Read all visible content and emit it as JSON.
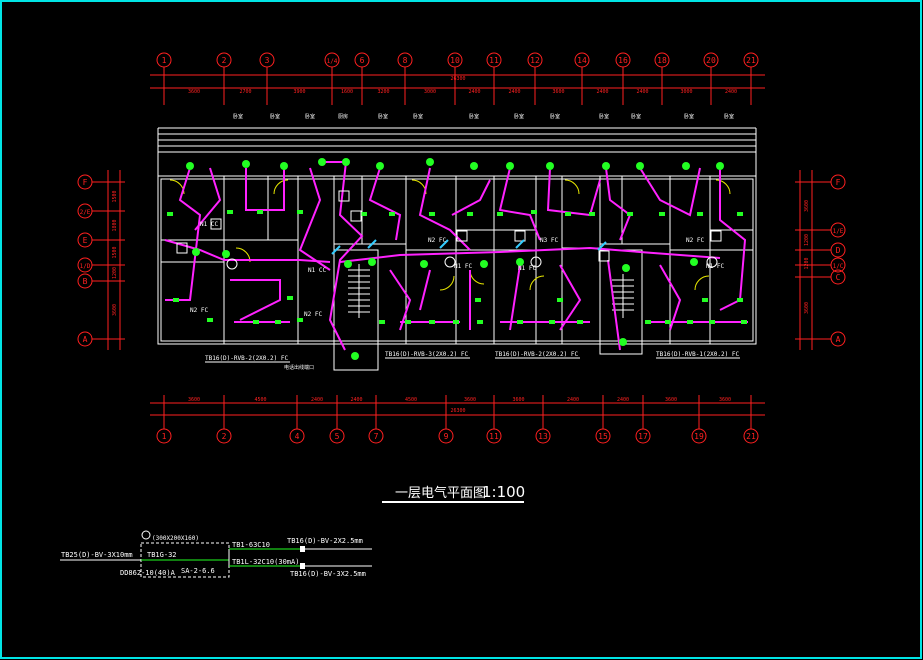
{
  "colors": {
    "background": "#000000",
    "frame": "#00e5e5",
    "axis": "#ff2020",
    "wall": "#ffffff",
    "wire": "#ff22ff",
    "device": "#22ff22",
    "label": "#ffffff",
    "yellow": "#e8e800",
    "cyan": "#33ccff"
  },
  "title": {
    "text": "一层电气平面图",
    "scale": "1:100"
  },
  "top_axes": [
    "1",
    "2",
    "3",
    "1/4",
    "6",
    "8",
    "10",
    "11",
    "12",
    "14",
    "16",
    "18",
    "20",
    "21"
  ],
  "bottom_axes": [
    "1",
    "2",
    "4",
    "5",
    "7",
    "9",
    "11",
    "13",
    "15",
    "17",
    "19",
    "21"
  ],
  "left_axes": [
    "F",
    "2/E",
    "E",
    "1/D",
    "B",
    "A"
  ],
  "right_axes": [
    "F",
    "1/E",
    "D",
    "1/C",
    "C",
    "A"
  ],
  "top_overall_dim": "26300",
  "bottom_overall_dim": "26300",
  "top_dims": [
    "3600",
    "2700",
    "3900",
    "1600",
    "3200",
    "3000",
    "2400",
    "2400",
    "3600",
    "2400",
    "2400",
    "3000",
    "2400"
  ],
  "bottom_dims": [
    "3600",
    "4500",
    "2400",
    "2400",
    "4500",
    "3600",
    "3600",
    "2400",
    "2400",
    "3600",
    "3600"
  ],
  "left_dims": [
    "1500",
    "1800",
    "1500",
    "1200",
    "3600"
  ],
  "right_dims": [
    "3600",
    "1200",
    "1200",
    "3600"
  ],
  "room_labels": [
    "卧室",
    "卧室",
    "卧室",
    "厨房",
    "卧室",
    "卧室",
    "卧室",
    "卧室",
    "卧室",
    "卧室",
    "卧室",
    "卧室",
    "卧室"
  ],
  "fc_labels": [
    "N1 CC",
    "N2 FC",
    "N1 CC",
    "N2 FC",
    "N2 FC",
    "N1 FC",
    "N3 FC",
    "N1 FC",
    "N2 FC",
    "N1 FC"
  ],
  "bottom_notes": [
    "TB16(D)-RVB-2(2X0.2) FC",
    "TB16(D)-RVB-3(2X0.2) FC",
    "TB16(D)-RVB-2(2X0.2) FC",
    "TB16(D)-RVB-1(2X0.2) FC",
    "电话出线端口"
  ],
  "schematic": {
    "box_size": "(300X200X160)",
    "incoming": "TB25(D)-BV-3X10mm",
    "main_breaker": "TB1G-32",
    "box_type": "DD862-10(40)A",
    "box_code": "SA-2-6.6",
    "branch1": "TB1-63C10",
    "branch2": "TB1L-32C10(30mA)",
    "out1": "TB16(D)-BV-2X2.5mm",
    "out2": "TB16(D)-BV-3X2.5mm"
  }
}
